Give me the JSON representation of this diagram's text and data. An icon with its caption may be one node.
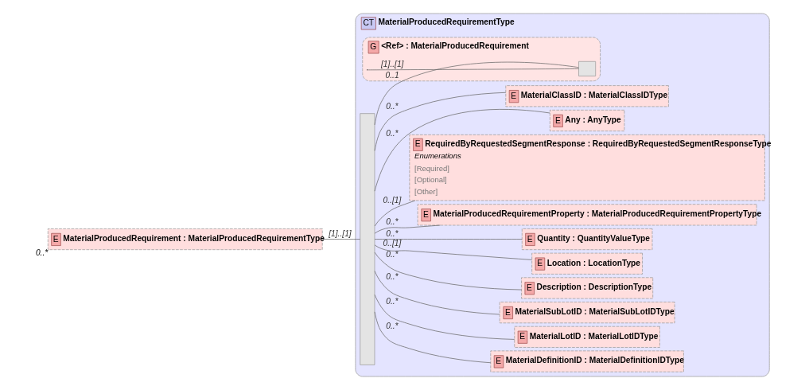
{
  "diagram": {
    "nodes": [
      {
        "text": [
          "E",
          "MaterialProducedRequirement : MaterialProducedRequirementType"
        ],
        "beside": [
          "0..*"
        ]
      },
      {
        "text": [
          "CT",
          "MaterialProducedRequirementType"
        ]
      },
      {
        "text": [],
        "shape": "bar",
        "in": 1
      },
      {
        "text": [
          "E",
          "MaterialClassID : MaterialClassIDType"
        ],
        "in": 1
      },
      {
        "text": [
          "E",
          "MaterialDefinitionID : MaterialDefinitionIDType"
        ],
        "in": 1
      },
      {
        "text": [
          "E",
          "MaterialLotID : MaterialLotIDType"
        ],
        "in": 1
      },
      {
        "text": [
          "E",
          "MaterialSubLotID : MaterialSubLotIDType"
        ],
        "in": 1
      },
      {
        "text": [
          "E",
          "Description : DescriptionType"
        ],
        "in": 1
      },
      {
        "text": [
          "E",
          "Location : LocationType"
        ],
        "in": 1
      },
      {
        "text": [
          "E",
          "Quantity : QuantityValueType"
        ],
        "in": 1
      },
      {
        "text": [
          "E",
          "MaterialProducedRequirementProperty : MaterialProducedRequirementPropertyType"
        ],
        "in": 1
      },
      {
        "text": [
          "E",
          "RequiredByRequestedSegmentResponse : RequiredByRequestedSegmentResponseType",
          "Enumerations",
          "[Required]",
          "[Optional]",
          "[Other]"
        ],
        "in": 1
      },
      {
        "text": [
          "G",
          "<Ref> : MaterialProducedRequirement"
        ],
        "in": 1
      },
      {
        "text": [],
        "shape": "box",
        "in": 12
      },
      {
        "text": [
          "E",
          "Any : AnyType"
        ],
        "in": 1
      }
    ],
    "edges": [
      {
        "from": 0,
        "to": 2,
        "arrow": "none",
        "label": "[1]..[1]"
      },
      {
        "from": 2,
        "to": 3,
        "arrow": "none",
        "label": "0..*"
      },
      {
        "from": 2,
        "to": 4,
        "arrow": "none",
        "label": "0..*"
      },
      {
        "from": 2,
        "to": 5,
        "arrow": "none",
        "label": "0..*"
      },
      {
        "from": 2,
        "to": 6,
        "arrow": "none",
        "label": "0..*"
      },
      {
        "from": 2,
        "to": 7,
        "arrow": "none",
        "label": "0..*"
      },
      {
        "from": 2,
        "to": 8,
        "arrow": "none",
        "label": "0..[1]"
      },
      {
        "from": 2,
        "to": 9,
        "arrow": "none",
        "label": "0..*"
      },
      {
        "from": 2,
        "to": 10,
        "arrow": "none",
        "label": "0..*"
      },
      {
        "from": 2,
        "to": 11,
        "arrow": "none",
        "label": "0..[1]"
      },
      {
        "from": 2,
        "to": 13,
        "arrow": "none",
        "label": "0..1"
      },
      {
        "from": 12,
        "to": 13,
        "arrow": "none",
        "label": "[1]..[1]"
      },
      {
        "from": 2,
        "to": 14,
        "arrow": "none",
        "label": "0..*"
      }
    ]
  }
}
